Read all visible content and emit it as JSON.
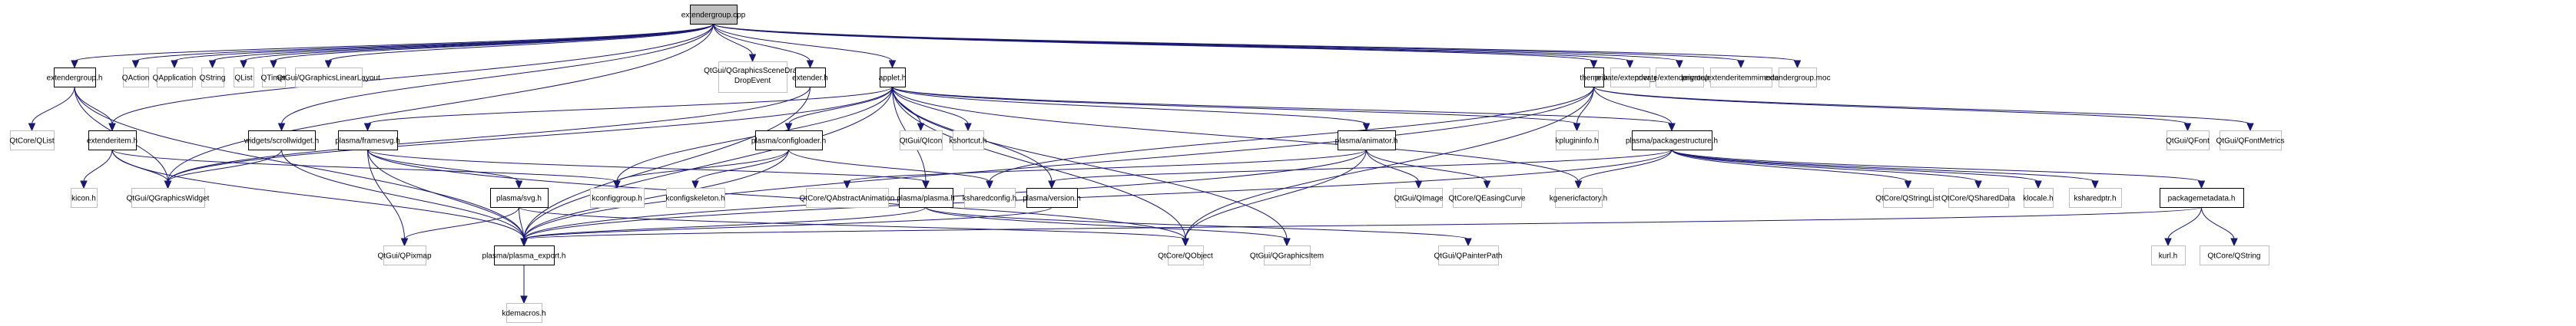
{
  "title": "extendergroup.cpp include dependency graph",
  "colors": {
    "edge": "#191970",
    "main_fill": "#bfbfbf",
    "documented_border": "#000000",
    "external_border": "#bfbfbf"
  },
  "nodes": [
    {
      "id": "extendergroup_cpp",
      "label": "extendergroup.cpp",
      "kind": "main"
    },
    {
      "id": "extendergroup_h",
      "label": "extendergroup.h",
      "kind": "doc"
    },
    {
      "id": "QAction",
      "label": "QAction",
      "kind": "ext"
    },
    {
      "id": "QApplication",
      "label": "QApplication",
      "kind": "ext"
    },
    {
      "id": "QString",
      "label": "QString",
      "kind": "ext"
    },
    {
      "id": "QList",
      "label": "QList",
      "kind": "ext"
    },
    {
      "id": "QTimer",
      "label": "QTimer",
      "kind": "ext"
    },
    {
      "id": "QGraphicsLinearLayout",
      "label": "QtGui/QGraphicsLinearLayout",
      "kind": "ext"
    },
    {
      "id": "QGraphicsSceneDragDropEvent",
      "label": "QtGui/QGraphicsSceneDrag DropEvent",
      "kind": "ext"
    },
    {
      "id": "extender_h",
      "label": "extender.h",
      "kind": "doc"
    },
    {
      "id": "applet_h",
      "label": "applet.h",
      "kind": "doc"
    },
    {
      "id": "theme_h",
      "label": "theme.h",
      "kind": "doc"
    },
    {
      "id": "extender_p_h",
      "label": "private/extender_p.h",
      "kind": "ext"
    },
    {
      "id": "extendergroup_p_h",
      "label": "private/extendergroup_p.h",
      "kind": "ext"
    },
    {
      "id": "extenderitemmimedata_p_h",
      "label": "private/extenderitemmimedata_p.h",
      "kind": "ext"
    },
    {
      "id": "extendergroup_moc",
      "label": "extendergroup.moc",
      "kind": "ext"
    },
    {
      "id": "QtCore_QList",
      "label": "QtCore/QList",
      "kind": "ext"
    },
    {
      "id": "extenderitem_h",
      "label": "extenderitem.h",
      "kind": "doc"
    },
    {
      "id": "scrollwidget_h",
      "label": "widgets/scrollwidget.h",
      "kind": "doc"
    },
    {
      "id": "framesvg_h",
      "label": "plasma/framesvg.h",
      "kind": "doc"
    },
    {
      "id": "configloader_h",
      "label": "plasma/configloader.h",
      "kind": "doc"
    },
    {
      "id": "QIcon",
      "label": "QtGui/QIcon",
      "kind": "ext"
    },
    {
      "id": "kshortcut_h",
      "label": "kshortcut.h",
      "kind": "ext"
    },
    {
      "id": "animator_h",
      "label": "plasma/animator.h",
      "kind": "doc"
    },
    {
      "id": "kplugininfo_h",
      "label": "kplugininfo.h",
      "kind": "ext"
    },
    {
      "id": "packagestructure_h",
      "label": "plasma/packagestructure.h",
      "kind": "doc"
    },
    {
      "id": "QFont",
      "label": "QtGui/QFont",
      "kind": "ext"
    },
    {
      "id": "QFontMetrics",
      "label": "QtGui/QFontMetrics",
      "kind": "ext"
    },
    {
      "id": "kicon_h",
      "label": "kicon.h",
      "kind": "ext"
    },
    {
      "id": "QGraphicsWidget",
      "label": "QtGui/QGraphicsWidget",
      "kind": "ext"
    },
    {
      "id": "svg_h",
      "label": "plasma/svg.h",
      "kind": "doc"
    },
    {
      "id": "kconfiggroup_h",
      "label": "kconfiggroup.h",
      "kind": "ext"
    },
    {
      "id": "kconfigskeleton_h",
      "label": "kconfigskeleton.h",
      "kind": "ext"
    },
    {
      "id": "QAbstractAnimation",
      "label": "QtCore/QAbstractAnimation",
      "kind": "ext"
    },
    {
      "id": "plasma_h",
      "label": "plasma/plasma.h",
      "kind": "doc"
    },
    {
      "id": "ksharedconfig_h",
      "label": "ksharedconfig.h",
      "kind": "ext"
    },
    {
      "id": "version_h",
      "label": "plasma/version.h",
      "kind": "doc"
    },
    {
      "id": "QImage",
      "label": "QtGui/QImage",
      "kind": "ext"
    },
    {
      "id": "QEasingCurve",
      "label": "QtCore/QEasingCurve",
      "kind": "ext"
    },
    {
      "id": "kgenericfactory_h",
      "label": "kgenericfactory.h",
      "kind": "ext"
    },
    {
      "id": "QStringList",
      "label": "QtCore/QStringList",
      "kind": "ext"
    },
    {
      "id": "QSharedData",
      "label": "QtCore/QSharedData",
      "kind": "ext"
    },
    {
      "id": "klocale_h",
      "label": "klocale.h",
      "kind": "ext"
    },
    {
      "id": "ksharedptr_h",
      "label": "ksharedptr.h",
      "kind": "ext"
    },
    {
      "id": "packagemetadata_h",
      "label": "packagemetadata.h",
      "kind": "doc"
    },
    {
      "id": "QPixmap",
      "label": "QtGui/QPixmap",
      "kind": "ext"
    },
    {
      "id": "plasma_export_h",
      "label": "plasma/plasma_export.h",
      "kind": "doc"
    },
    {
      "id": "QPainterPath",
      "label": "QtGui/QPainterPath",
      "kind": "ext"
    },
    {
      "id": "QObject",
      "label": "QtCore/QObject",
      "kind": "ext"
    },
    {
      "id": "QGraphicsItem",
      "label": "QtGui/QGraphicsItem",
      "kind": "ext"
    },
    {
      "id": "kurl_h",
      "label": "kurl.h",
      "kind": "ext"
    },
    {
      "id": "QtCore_QString",
      "label": "QtCore/QString",
      "kind": "ext"
    },
    {
      "id": "kdemacros_h",
      "label": "kdemacros.h",
      "kind": "ext"
    }
  ],
  "edges": [
    [
      "extendergroup_cpp",
      "extendergroup_h"
    ],
    [
      "extendergroup_cpp",
      "QAction"
    ],
    [
      "extendergroup_cpp",
      "QApplication"
    ],
    [
      "extendergroup_cpp",
      "QString"
    ],
    [
      "extendergroup_cpp",
      "QList"
    ],
    [
      "extendergroup_cpp",
      "QTimer"
    ],
    [
      "extendergroup_cpp",
      "QGraphicsLinearLayout"
    ],
    [
      "extendergroup_cpp",
      "QGraphicsSceneDragDropEvent"
    ],
    [
      "extendergroup_cpp",
      "extender_h"
    ],
    [
      "extendergroup_cpp",
      "applet_h"
    ],
    [
      "extendergroup_cpp",
      "theme_h"
    ],
    [
      "extendergroup_cpp",
      "extender_p_h"
    ],
    [
      "extendergroup_cpp",
      "extendergroup_p_h"
    ],
    [
      "extendergroup_cpp",
      "extenderitemmimedata_p_h"
    ],
    [
      "extendergroup_cpp",
      "extendergroup_moc"
    ],
    [
      "extendergroup_cpp",
      "extenderitem_h"
    ],
    [
      "extendergroup_cpp",
      "QGraphicsWidget"
    ],
    [
      "extendergroup_cpp",
      "scrollwidget_h"
    ],
    [
      "extendergroup_h",
      "QtCore_QList"
    ],
    [
      "extendergroup_h",
      "extenderitem_h"
    ],
    [
      "extendergroup_h",
      "QGraphicsWidget"
    ],
    [
      "extendergroup_h",
      "plasma_export_h"
    ],
    [
      "extenderitem_h",
      "kicon_h"
    ],
    [
      "extenderitem_h",
      "QGraphicsWidget"
    ],
    [
      "extenderitem_h",
      "plasma_export_h"
    ],
    [
      "extenderitem_h",
      "kconfiggroup_h"
    ],
    [
      "extender_h",
      "QGraphicsWidget"
    ],
    [
      "extender_h",
      "plasma_export_h"
    ],
    [
      "applet_h",
      "QGraphicsWidget"
    ],
    [
      "applet_h",
      "framesvg_h"
    ],
    [
      "applet_h",
      "configloader_h"
    ],
    [
      "applet_h",
      "QIcon"
    ],
    [
      "applet_h",
      "kshortcut_h"
    ],
    [
      "applet_h",
      "animator_h"
    ],
    [
      "applet_h",
      "kplugininfo_h"
    ],
    [
      "applet_h",
      "packagestructure_h"
    ],
    [
      "applet_h",
      "plasma_h"
    ],
    [
      "applet_h",
      "version_h"
    ],
    [
      "applet_h",
      "kconfiggroup_h"
    ],
    [
      "applet_h",
      "plasma_export_h"
    ],
    [
      "applet_h",
      "QGraphicsItem"
    ],
    [
      "applet_h",
      "kgenericfactory_h"
    ],
    [
      "applet_h",
      "QObject"
    ],
    [
      "scrollwidget_h",
      "QGraphicsWidget"
    ],
    [
      "scrollwidget_h",
      "plasma_export_h"
    ],
    [
      "framesvg_h",
      "svg_h"
    ],
    [
      "framesvg_h",
      "QPixmap"
    ],
    [
      "framesvg_h",
      "plasma_export_h"
    ],
    [
      "framesvg_h",
      "plasma_h"
    ],
    [
      "framesvg_h",
      "QObject"
    ],
    [
      "svg_h",
      "QPixmap"
    ],
    [
      "svg_h",
      "plasma_export_h"
    ],
    [
      "svg_h",
      "QObject"
    ],
    [
      "configloader_h",
      "kconfiggroup_h"
    ],
    [
      "configloader_h",
      "kconfigskeleton_h"
    ],
    [
      "configloader_h",
      "ksharedconfig_h"
    ],
    [
      "configloader_h",
      "plasma_export_h"
    ],
    [
      "animator_h",
      "QImage"
    ],
    [
      "animator_h",
      "QEasingCurve"
    ],
    [
      "animator_h",
      "QAbstractAnimation"
    ],
    [
      "animator_h",
      "plasma_export_h"
    ],
    [
      "animator_h",
      "QObject"
    ],
    [
      "plasma_h",
      "QPainterPath"
    ],
    [
      "plasma_h",
      "plasma_export_h"
    ],
    [
      "plasma_h",
      "QGraphicsItem"
    ],
    [
      "version_h",
      "plasma_export_h"
    ],
    [
      "theme_h",
      "kplugininfo_h"
    ],
    [
      "theme_h",
      "packagestructure_h"
    ],
    [
      "theme_h",
      "QFont"
    ],
    [
      "theme_h",
      "QFontMetrics"
    ],
    [
      "theme_h",
      "ksharedconfig_h"
    ],
    [
      "theme_h",
      "plasma_export_h"
    ],
    [
      "theme_h",
      "QObject"
    ],
    [
      "packagestructure_h",
      "QStringList"
    ],
    [
      "packagestructure_h",
      "QSharedData"
    ],
    [
      "packagestructure_h",
      "klocale_h"
    ],
    [
      "packagestructure_h",
      "ksharedptr_h"
    ],
    [
      "packagestructure_h",
      "packagemetadata_h"
    ],
    [
      "packagestructure_h",
      "kgenericfactory_h"
    ],
    [
      "packagestructure_h",
      "version_h"
    ],
    [
      "packagestructure_h",
      "plasma_export_h"
    ],
    [
      "packagemetadata_h",
      "kurl_h"
    ],
    [
      "packagemetadata_h",
      "QtCore_QString"
    ],
    [
      "packagemetadata_h",
      "plasma_export_h"
    ],
    [
      "plasma_export_h",
      "kdemacros_h"
    ]
  ]
}
